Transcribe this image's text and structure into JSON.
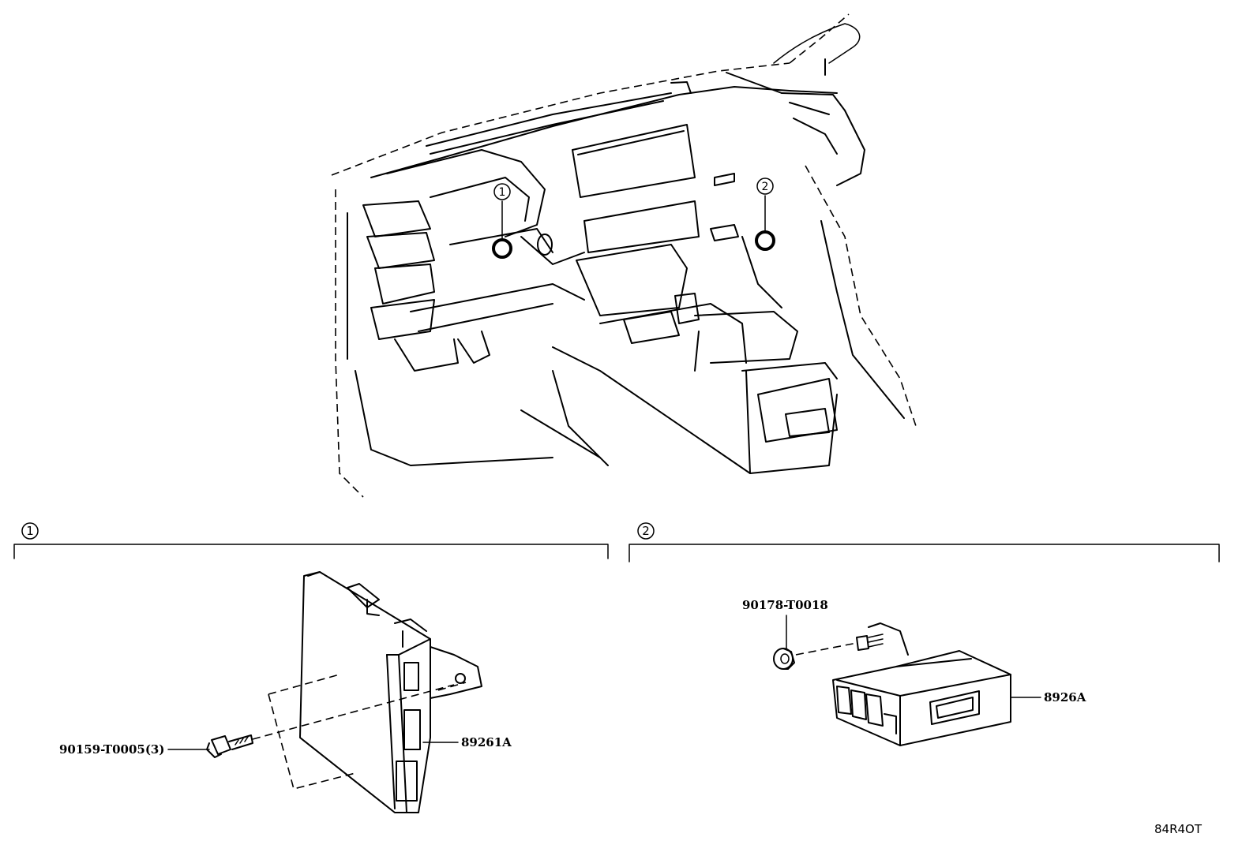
{
  "callouts": {
    "one": "1",
    "two": "2"
  },
  "sections": {
    "one": {
      "number": "1"
    },
    "two": {
      "number": "2"
    }
  },
  "parts": {
    "computer": "89261A",
    "bolt": "90159-T0005(3)",
    "nut": "90178-T0018",
    "module": "8926A"
  },
  "illustration_code": "84R4OT"
}
